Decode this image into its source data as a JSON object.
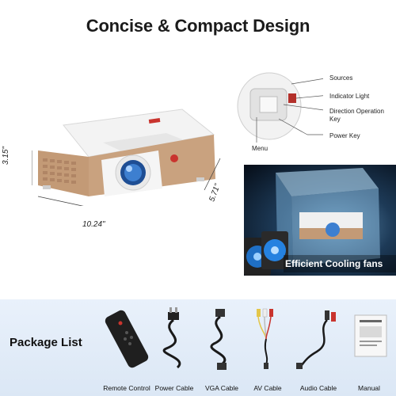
{
  "title": "Concise & Compact Design",
  "dimensions": {
    "height": "3.15\"",
    "width": "10.24\"",
    "depth": "5.71\""
  },
  "control_panel": {
    "sources": "Sources",
    "indicator_light": "Indicator Light",
    "direction_key": "Direction Operation Key",
    "power_key": "Power Key",
    "menu": "Menu"
  },
  "cooling": {
    "label": "Efficient Cooling fans"
  },
  "package": {
    "title": "Package List",
    "items": [
      {
        "label": "Remote Control",
        "icon": "remote-control-icon"
      },
      {
        "label": "Power Cable",
        "icon": "power-cable-icon"
      },
      {
        "label": "VGA Cable",
        "icon": "vga-cable-icon"
      },
      {
        "label": "AV Cable",
        "icon": "av-cable-icon"
      },
      {
        "label": "Audio Cable",
        "icon": "audio-cable-icon"
      },
      {
        "label": "Manual",
        "icon": "manual-icon"
      }
    ]
  },
  "colors": {
    "gold": "#c39a76",
    "body_white": "#f4f4f4",
    "lens_blue": "#3d7fd0",
    "band_blue": "#dbe7f5"
  }
}
